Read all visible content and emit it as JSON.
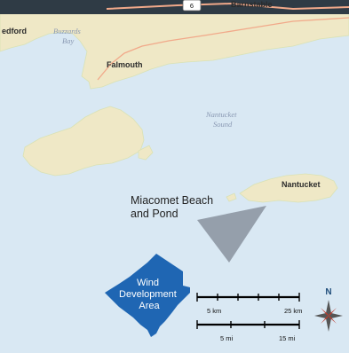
{
  "colors": {
    "water": "#d9e8f3",
    "land": "#efe8c6",
    "land_dark": "#d9e2b5",
    "road": "#f1a98a",
    "wind_area": "#1f66b3",
    "beam": "#8d97a3",
    "compass_red": "#c0392b"
  },
  "labels": {
    "bedford": "edford",
    "buzzards_bay": "Buzzards\nBay",
    "falmouth": "Falmouth",
    "nantucket_sound": "Nantucket\nSound",
    "nantucket": "Nantucket",
    "miacomet": "Miacomet Beach\nand Pond",
    "wind_area": "Wind\nDevelopment\nArea",
    "route_shield": "6",
    "top_partial": "Barnstable"
  },
  "scalebar": {
    "km_left": "5 km",
    "km_right": "25 km",
    "mi_left": "5 mi",
    "mi_right": "15 mi"
  },
  "compass": {
    "north": "N",
    "icon": "compass-rose-icon"
  }
}
